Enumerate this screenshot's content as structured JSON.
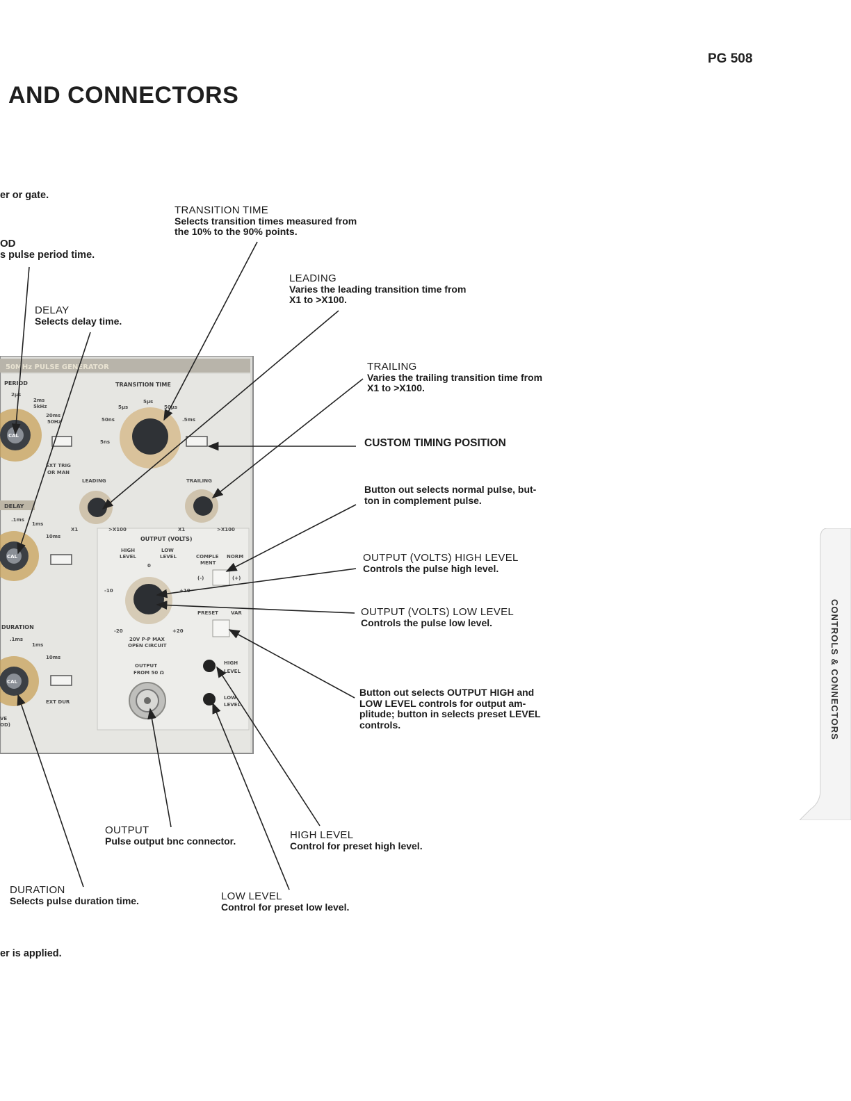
{
  "header": {
    "model": "PG 508",
    "title": "AND CONNECTORS"
  },
  "side_tab": {
    "label": "CONTROLS & CONNECTORS"
  },
  "fragments": {
    "top": "er or gate.",
    "period_title": "OD",
    "period_desc": "s pulse period time.",
    "bottom": "er is applied."
  },
  "callouts": {
    "transition_time": {
      "title": "TRANSITION TIME",
      "desc_1": "Selects transition times measured from",
      "desc_2": "the 10% to the 90% points."
    },
    "leading": {
      "title": "LEADING",
      "desc_1": "Varies the leading transition time from",
      "desc_2": "X1 to >X100."
    },
    "delay": {
      "title": "DELAY",
      "desc": "Selects delay time."
    },
    "trailing": {
      "title": "TRAILING",
      "desc_1": "Varies the trailing transition time from",
      "desc_2": "X1 to >X100."
    },
    "custom_timing": {
      "title": "CUSTOM TIMING POSITION"
    },
    "complement": {
      "desc_1": "Button out selects normal pulse, but-",
      "desc_2": "ton in complement pulse."
    },
    "output_high": {
      "title": "OUTPUT (VOLTS) HIGH LEVEL",
      "desc": "Controls the pulse high level."
    },
    "output_low": {
      "title": "OUTPUT (VOLTS) LOW LEVEL",
      "desc": "Controls the pulse low level."
    },
    "preset": {
      "desc_1": "Button out selects OUTPUT HIGH and",
      "desc_2": "LOW LEVEL controls for output am-",
      "desc_3": "plitude; button in selects preset LEVEL",
      "desc_4": "controls."
    },
    "output": {
      "title": "OUTPUT",
      "desc": "Pulse output bnc connector."
    },
    "high_level": {
      "title": "HIGH LEVEL",
      "desc": "Control for preset high level."
    },
    "duration": {
      "title": "DURATION",
      "desc": "Selects pulse duration time."
    },
    "low_level": {
      "title": "LOW LEVEL",
      "desc": "Control for preset low level."
    }
  },
  "panel": {
    "title": "50MHz PULSE GENERATOR",
    "labels": {
      "period": "PERIOD",
      "transition_time": "TRANSITION TIME",
      "t_2us": "2µs",
      "t_2ms": "2ms",
      "t_5khz": "5kHz",
      "t_20ms": "20ms",
      "t_50hz": "50Hz",
      "t_5us_a": "5µs",
      "t_5us_b": "5µs",
      "t_50us": "50µs",
      "t_50ns": "50ns",
      "t_5ms": ".5ms",
      "t_5ns": "5ns",
      "cal": "CAL",
      "ext_trig": "EXT TRIG",
      "or_man": "OR MAN",
      "leading": "LEADING",
      "trailing": "TRAILING",
      "x1_a": "X1",
      "x100_a": ">X100",
      "x1_b": "X1",
      "x100_b": ">X100",
      "delay": "DELAY",
      "d_1ms": ".1ms",
      "d_1ms_b": "1ms",
      "d_10ms": "10ms",
      "output_volts": "OUTPUT (VOLTS)",
      "high_level": "HIGH",
      "level_1": "LEVEL",
      "low_level": "LOW",
      "level_2": "LEVEL",
      "zero": "0",
      "complement": "COMPLE",
      "ment": "MENT",
      "norm": "NORM",
      "minus": "(-)",
      "plus": "(+)",
      "m10": "-10",
      "p10": "+10",
      "m20": "-20",
      "p20": "+20",
      "pp_max": "20V P-P MAX",
      "open_circuit": "OPEN CIRCUIT",
      "preset": "PRESET",
      "var": "VAR",
      "duration": "DURATION",
      "u_1ms": ".1ms",
      "u_1ms_b": "1ms",
      "u_10ms": "10ms",
      "output": "OUTPUT",
      "from_50": "FROM 50 Ω",
      "ext_dur": "EXT DUR",
      "high_lvl": "HIGH",
      "lvl_a": "LEVEL",
      "low_lvl": "LOW",
      "lvl_b": "LEVEL",
      "ve": "VE",
      "od": "OD)"
    }
  }
}
